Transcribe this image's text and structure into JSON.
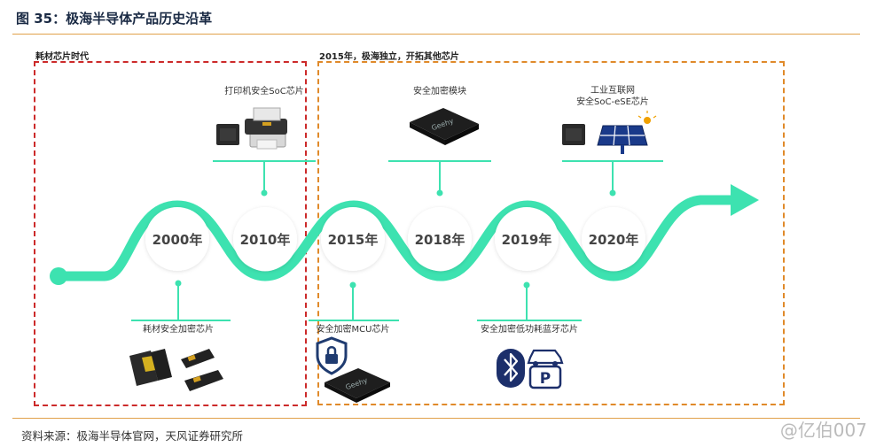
{
  "title": "图 35：极海半导体产品历史沿革",
  "eras": {
    "consumables": {
      "label": "耗材芯片时代",
      "color": "#cc2a2a"
    },
    "independent": {
      "label": "2015年，极海独立，开拓其他芯片",
      "color": "#e08a2a"
    }
  },
  "timeline": {
    "color": "#3de2b0",
    "years": [
      "2000年",
      "2010年",
      "2015年",
      "2018年",
      "2019年",
      "2020年"
    ]
  },
  "products": {
    "p2000": {
      "caption": "耗材安全加密芯片"
    },
    "p2010": {
      "caption": "打印机安全SoC芯片"
    },
    "p2015": {
      "caption": "安全加密MCU芯片",
      "chip_text": "Geehy"
    },
    "p2018": {
      "caption": "安全加密模块",
      "chip_text": "Geehy"
    },
    "p2019": {
      "caption": "安全加密低功耗蓝牙芯片",
      "parking_letter": "P"
    },
    "p2020": {
      "caption_line1": "工业互联网",
      "caption_line2": "安全SoC-eSE芯片"
    }
  },
  "source": "资料来源：极海半导体官网，天风证券研究所",
  "watermark": "@亿伯007",
  "icons": [
    "lock-shield-icon",
    "bluetooth-icon",
    "car-icon",
    "parking-icon",
    "solar-panel-icon",
    "printer-icon",
    "chip-icon",
    "toner-cartridge-icon"
  ]
}
